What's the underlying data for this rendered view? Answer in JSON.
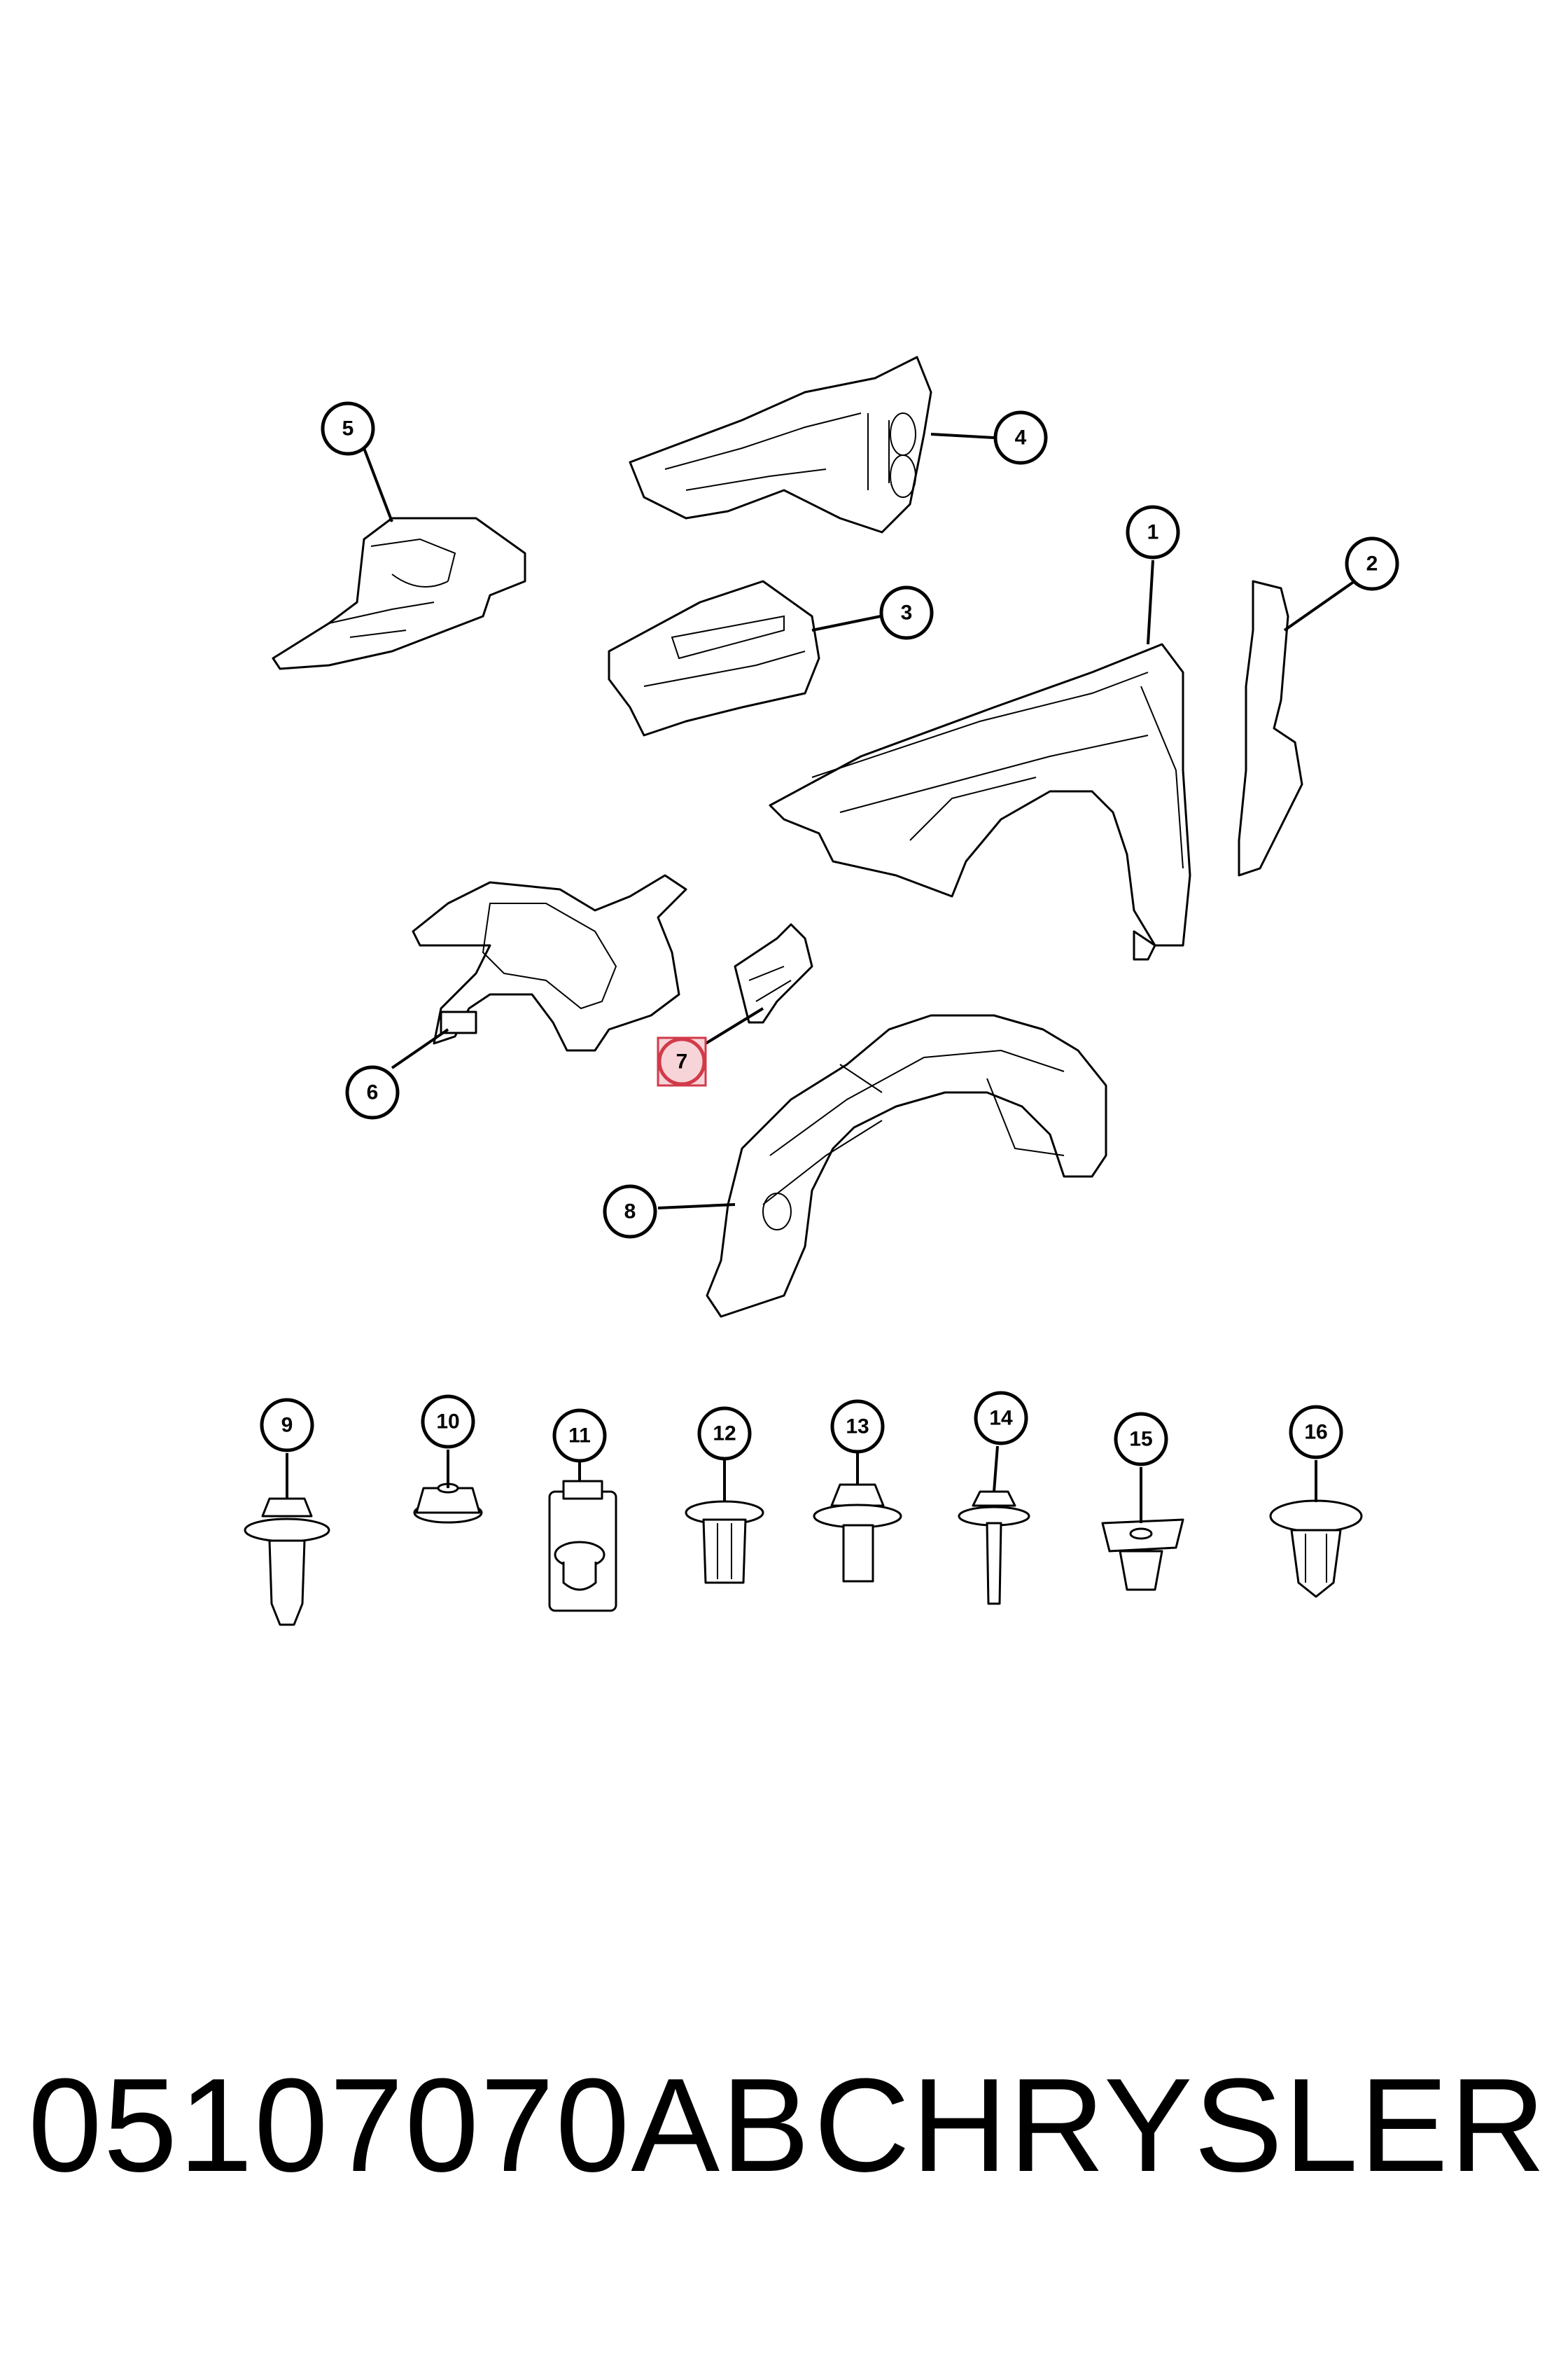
{
  "diagram": {
    "callouts": [
      {
        "label": "1"
      },
      {
        "label": "2"
      },
      {
        "label": "3"
      },
      {
        "label": "4"
      },
      {
        "label": "5"
      },
      {
        "label": "6"
      },
      {
        "label": "7",
        "highlighted": true
      },
      {
        "label": "8"
      },
      {
        "label": "9"
      },
      {
        "label": "10"
      },
      {
        "label": "11"
      },
      {
        "label": "12"
      },
      {
        "label": "13"
      },
      {
        "label": "14"
      },
      {
        "label": "15"
      },
      {
        "label": "16"
      }
    ],
    "highlight_color": "#d23a4a"
  },
  "footer": {
    "part_number": "05107070AB",
    "brand": "CHRYSLER"
  }
}
